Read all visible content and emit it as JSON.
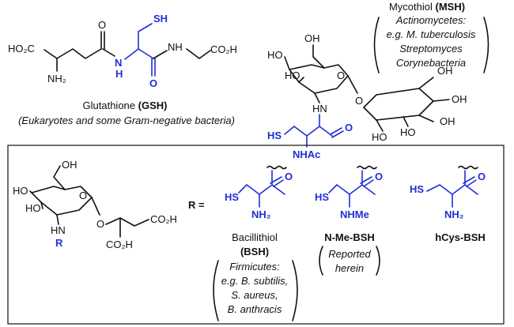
{
  "atoms": {
    "sh": "SH",
    "hs": "HS",
    "oh": "OH",
    "ho": "HO",
    "o": "O",
    "n": "N",
    "h": "H",
    "hn": "HN",
    "r": "R",
    "nh": "NH",
    "nhac": "NHAc",
    "nhme": "NHMe",
    "ho2c": "HO₂C",
    "co2h": "CO₂H",
    "nh2": "NH₂",
    "r_equals": "R ="
  },
  "gsh": {
    "name": "Glutathione ",
    "abbr": "(GSH)",
    "organisms": "(Eukaryotes and some Gram-negative bacteria)"
  },
  "msh": {
    "name": "Mycothiol ",
    "abbr": "(MSH)",
    "organisms": [
      "Actinomycetes:",
      "e.g. M. tuberculosis",
      "Streptomyces",
      "Corynebacteria"
    ]
  },
  "bsh": {
    "name": "Bacillithiol",
    "abbr": "(BSH)",
    "organisms": [
      "Firmicutes:",
      "e.g. B. subtilis,",
      "S. aureus,",
      "B. anthracis"
    ]
  },
  "nmebsh": {
    "name": "N-Me-BSH",
    "note": [
      "Reported",
      "herein"
    ]
  },
  "hcysbsh": {
    "name": "hCys-BSH"
  },
  "colors": {
    "highlight": "#1f2fd6",
    "ink": "#111111"
  }
}
